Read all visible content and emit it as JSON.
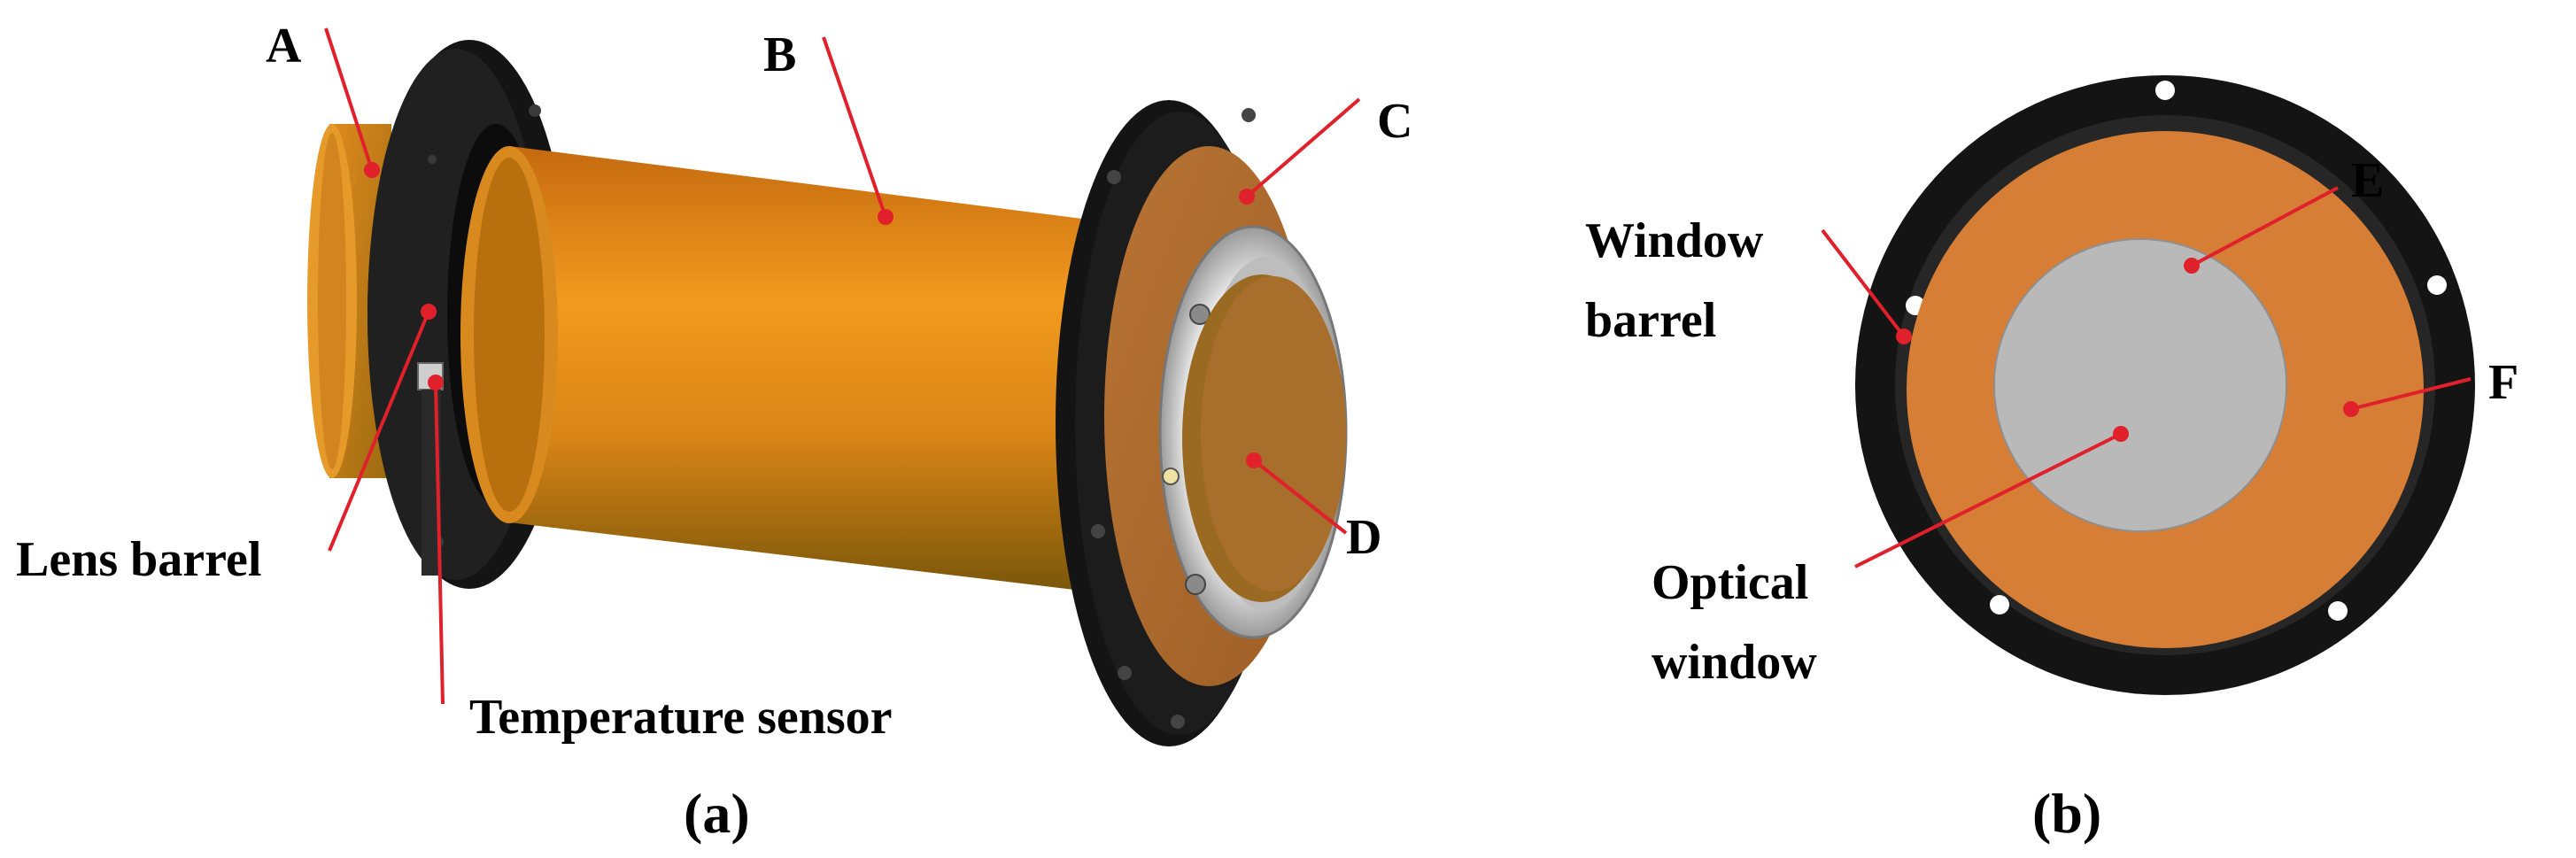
{
  "panel_a": {
    "caption": "(a)",
    "labels": {
      "a": "A",
      "b": "B",
      "c": "C",
      "d": "D",
      "lens_barrel": "Lens barrel",
      "temperature_sensor": "Temperature sensor"
    }
  },
  "panel_b": {
    "caption": "(b)",
    "labels": {
      "e": "E",
      "f": "F",
      "window_barrel_line1": "Window",
      "window_barrel_line2": "barrel",
      "optical_window_line1": "Optical",
      "optical_window_line2": "window"
    }
  },
  "colors": {
    "copper": "#d07a2e",
    "copper_dark": "#a65c1a",
    "flange_black": "#141414",
    "window_gray": "#b9b9b9",
    "leader_red": "#e0202a",
    "aluminum": "#d8d8d8"
  }
}
